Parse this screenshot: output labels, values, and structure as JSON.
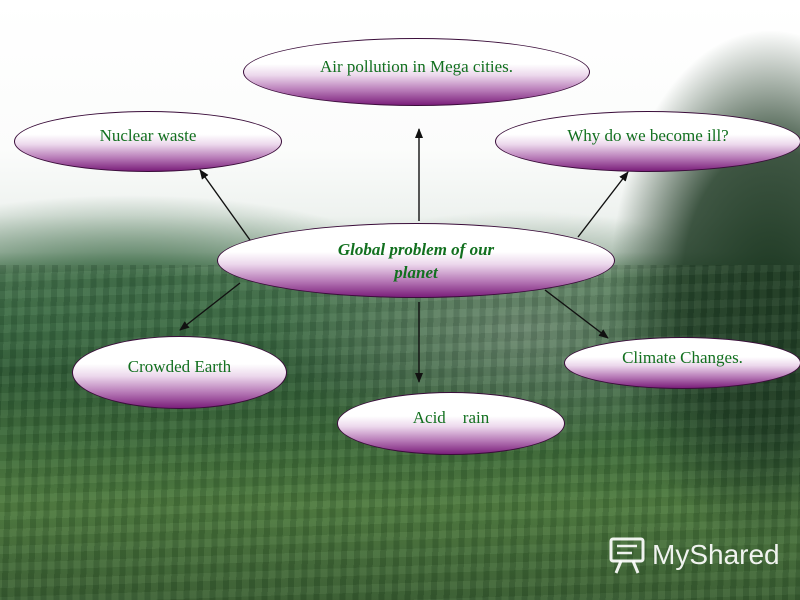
{
  "diagram": {
    "center": "Global problem of our planet",
    "nodes": {
      "air_pollution": "Air pollution in Mega cities.",
      "nuclear_waste": "Nuclear waste",
      "become_ill": "Why do we become ill?",
      "crowded_earth": "Crowded Earth",
      "climate_changes": "Climate Changes.",
      "acid_rain": "Acid    rain"
    }
  },
  "watermark": {
    "text": "MyShared"
  },
  "colors": {
    "label_text": "#12701f",
    "node_border": "#3a0d3a",
    "node_gradient_bottom": "#7b1f7b",
    "arrow": "#111111"
  }
}
